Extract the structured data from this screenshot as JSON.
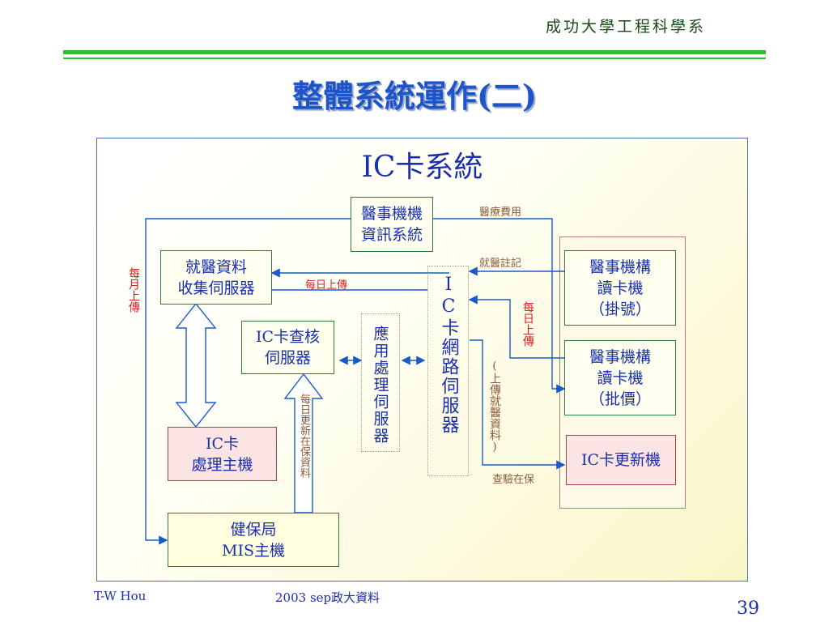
{
  "header": {
    "department": "成功大學工程科學系"
  },
  "title": "整體系統運作(二)",
  "diagram": {
    "title": "IC卡系統",
    "nodes": {
      "his": "醫事機機\n資訊系統",
      "collect": "就醫資料\n收集伺服器",
      "query": "IC卡查核\n伺服器",
      "app_server": "應用處理伺服器",
      "net_server": "IC卡網路伺服器",
      "ic_host": "IC卡\n處理主機",
      "nhi": "健保局\nMIS主機",
      "reader_reg": "醫事機構\n讀卡機\n（掛號）",
      "reader_bill": "醫事機構\n讀卡機\n（批價）",
      "updater": "IC卡更新機"
    },
    "labels": {
      "fee": "醫療費用",
      "register": "就醫註記",
      "daily_upload_h": "每日上傳",
      "monthly_upload": "每月上傳",
      "daily_upload_v": "每日上傳",
      "daily_update": "每日更新在保資料",
      "upload_records": "(上傳就醫資料)",
      "verify": "查驗在保"
    }
  },
  "footer": {
    "author": "T-W Hou",
    "source": "2003 sep政大資料",
    "page": "39"
  }
}
